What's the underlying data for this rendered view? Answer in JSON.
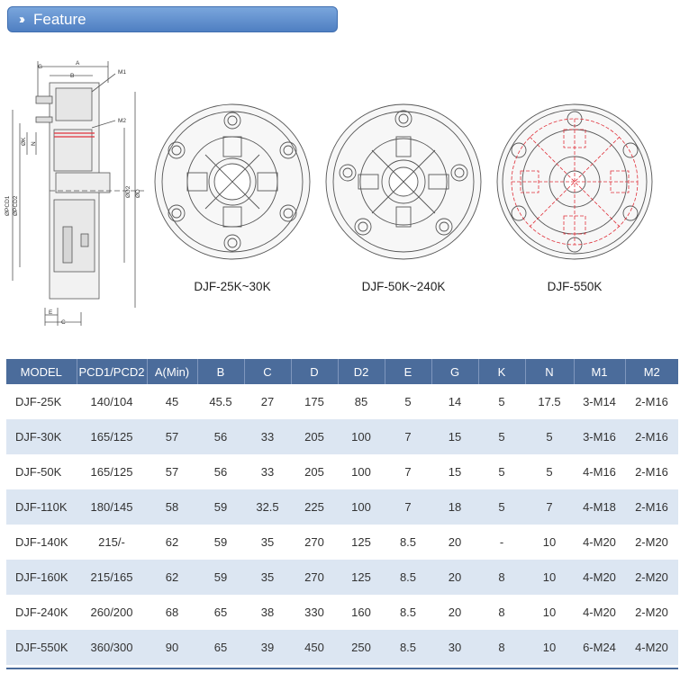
{
  "header": {
    "title": "Feature",
    "icon": "double-chevron-icon"
  },
  "captions": [
    "DJF-25K~30K",
    "DJF-50K~240K",
    "DJF-550K"
  ],
  "drawing_labels": {
    "g": "G",
    "a": "A",
    "b": "B",
    "m1": "M1",
    "m2": "M2",
    "k": "ØK",
    "n": "N",
    "pcd1": "ØPCD1",
    "pcd2": "ØPCD2",
    "d2": "ØD2",
    "d": "ØD",
    "e": "E",
    "c": "C"
  },
  "table": {
    "headers": [
      "MODEL",
      "PCD1/PCD2",
      "A(Min)",
      "B",
      "C",
      "D",
      "D2",
      "E",
      "G",
      "K",
      "N",
      "M1",
      "M2"
    ],
    "rows": [
      [
        "DJF-25K",
        "140/104",
        "45",
        "45.5",
        "27",
        "175",
        "85",
        "5",
        "14",
        "5",
        "17.5",
        "3-M14",
        "2-M16"
      ],
      [
        "DJF-30K",
        "165/125",
        "57",
        "56",
        "33",
        "205",
        "100",
        "7",
        "15",
        "5",
        "5",
        "3-M16",
        "2-M16"
      ],
      [
        "DJF-50K",
        "165/125",
        "57",
        "56",
        "33",
        "205",
        "100",
        "7",
        "15",
        "5",
        "5",
        "4-M16",
        "2-M16"
      ],
      [
        "DJF-110K",
        "180/145",
        "58",
        "59",
        "32.5",
        "225",
        "100",
        "7",
        "18",
        "5",
        "7",
        "4-M18",
        "2-M16"
      ],
      [
        "DJF-140K",
        "215/-",
        "62",
        "59",
        "35",
        "270",
        "125",
        "8.5",
        "20",
        "-",
        "10",
        "4-M20",
        "2-M20"
      ],
      [
        "DJF-160K",
        "215/165",
        "62",
        "59",
        "35",
        "270",
        "125",
        "8.5",
        "20",
        "8",
        "10",
        "4-M20",
        "2-M20"
      ],
      [
        "DJF-240K",
        "260/200",
        "68",
        "65",
        "38",
        "330",
        "160",
        "8.5",
        "20",
        "8",
        "10",
        "4-M20",
        "2-M20"
      ],
      [
        "DJF-550K",
        "360/300",
        "90",
        "65",
        "39",
        "450",
        "250",
        "8.5",
        "30",
        "8",
        "10",
        "6-M24",
        "4-M20"
      ]
    ]
  },
  "colors": {
    "header_bar": "#4f7fc2",
    "table_header": "#4b6c9b",
    "row_alt": "#dce6f2",
    "red_detail": "#e0303a"
  }
}
